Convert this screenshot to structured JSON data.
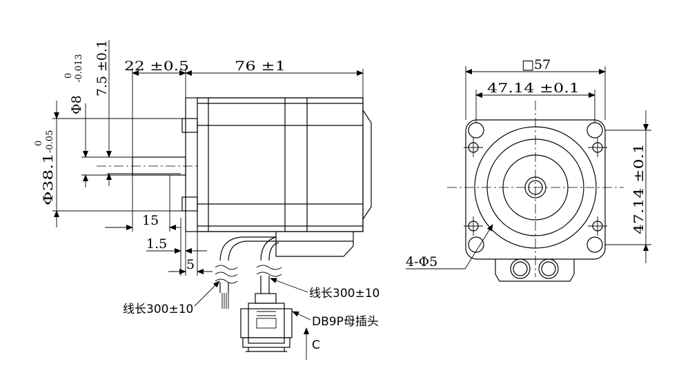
{
  "side_view": {
    "dim_flange_thickness": "22 ±0.5",
    "dim_body_length": "76 ±1",
    "dim_shaft_length": "15",
    "dim_shoulder": "1.5",
    "dim_gap": "5",
    "dim_shaft_diameter": "Φ8",
    "tol_shaft_upper": "0",
    "tol_shaft_lower": "-0.013",
    "dim_flat_depth": "7.5 ±0.1",
    "dim_pilot_diameter": "Φ38.1",
    "tol_pilot_upper": "0",
    "tol_pilot_lower": "-0.05",
    "cable_left_label": "线长300±10",
    "cable_right_label": "线长300±10",
    "connector_label": "DB9P母插头",
    "view_marker": "C"
  },
  "front_view": {
    "dim_square": "□57",
    "dim_hole_spacing_h": "47.14 ±0.1",
    "dim_hole_spacing_v": "47.14 ±0.1",
    "dim_holes": "4-Φ5"
  }
}
